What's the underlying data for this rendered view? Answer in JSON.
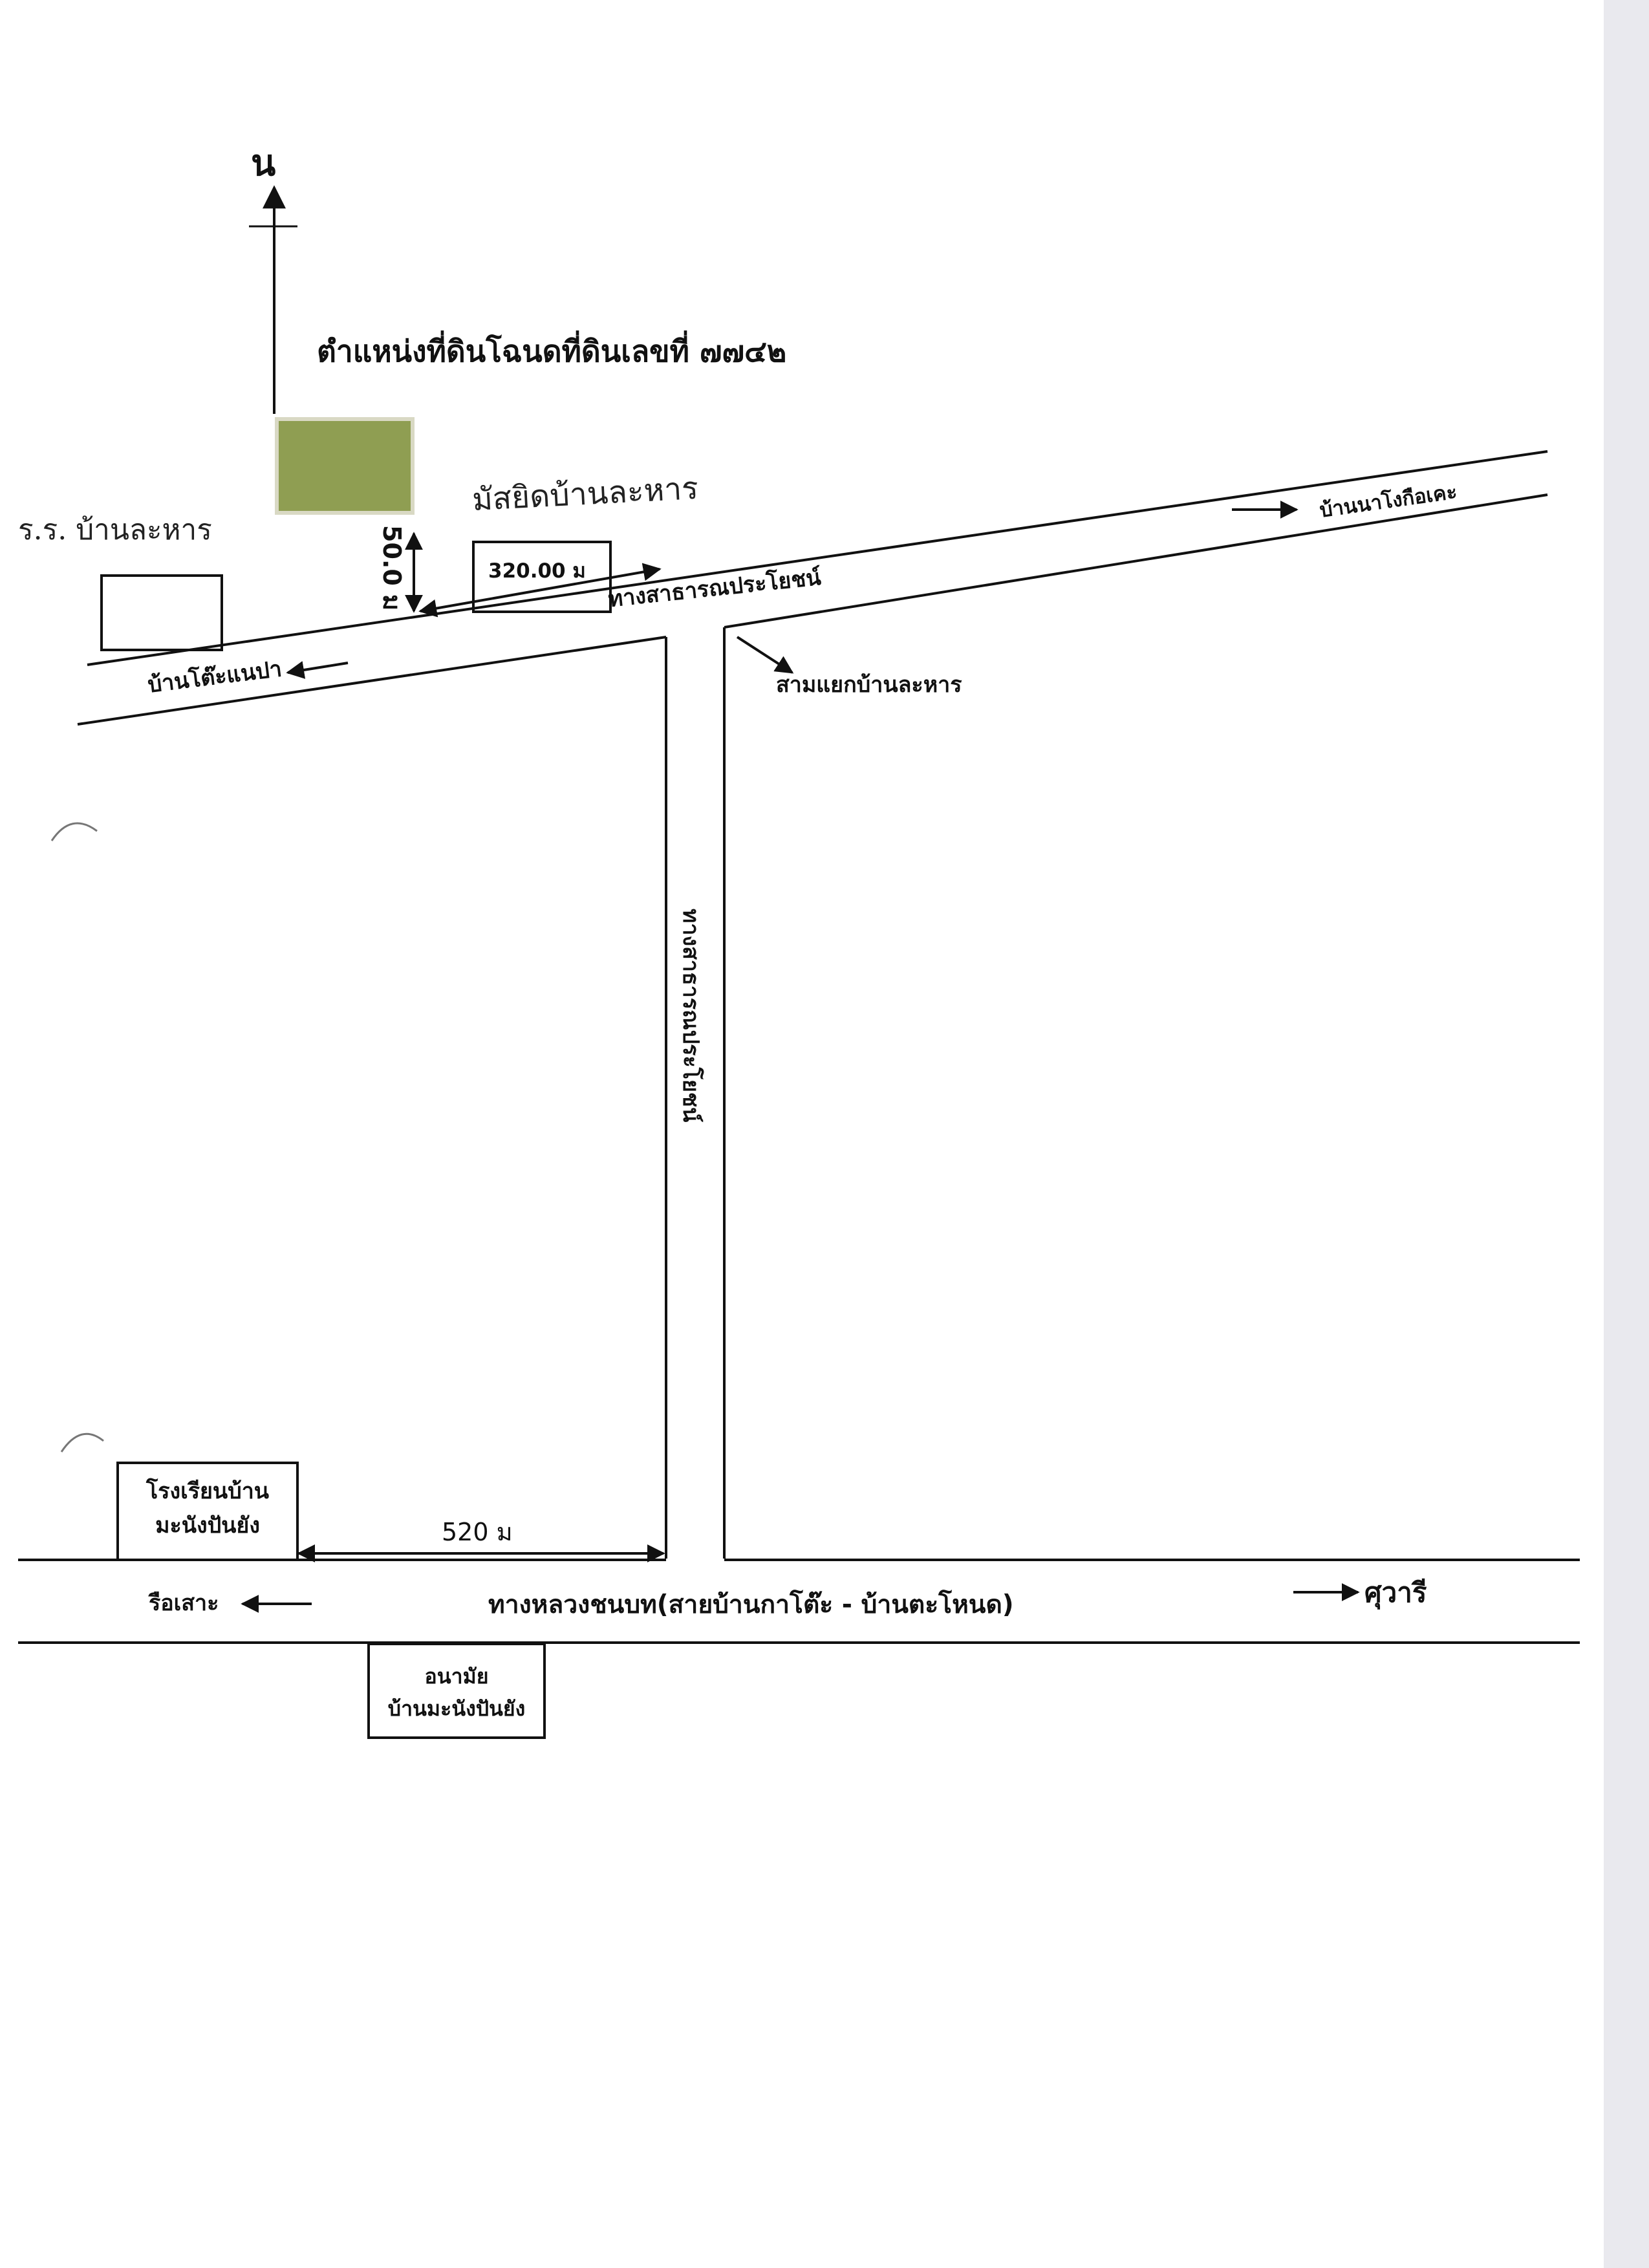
{
  "north": {
    "label": "น"
  },
  "title": "ตำแหน่งที่ดินโฉนดที่ดินเลขที่ ๗๗๔๒",
  "parcel": {
    "fill": "#8f9e52"
  },
  "landmarks": {
    "school_handwritten": "ร.ร. บ้านละหาร",
    "mosque_handwritten": "มัสยิดบ้านละหาร"
  },
  "distances": {
    "vertical": "50.0 ม",
    "horizontal": "320.00 ม",
    "bottom": "520 ม"
  },
  "roads": {
    "upper_diagonal": "ทางสาธารณประโยชน์",
    "vertical": "ทางสาธารณประโยชน์",
    "main_highway": "ทางหลวงชนบท(สายบ้านกาโต๊ะ - บ้านตะโหนด)"
  },
  "directions": {
    "to_ban_na": "บ้านนาโงกือเคะ",
    "to_ban_to": "บ้านโต๊ะแนปา",
    "junction": "สามแยกบ้านละหาร",
    "to_rueso": "รือเสาะ",
    "to_sukirin": "ศุวารี"
  },
  "buildings": {
    "school_line1": "โรงเรียนบ้าน",
    "school_line2": "มะนังปันยัง",
    "health_line1": "อนามัย",
    "health_line2": "บ้านมะนังปันยัง"
  }
}
